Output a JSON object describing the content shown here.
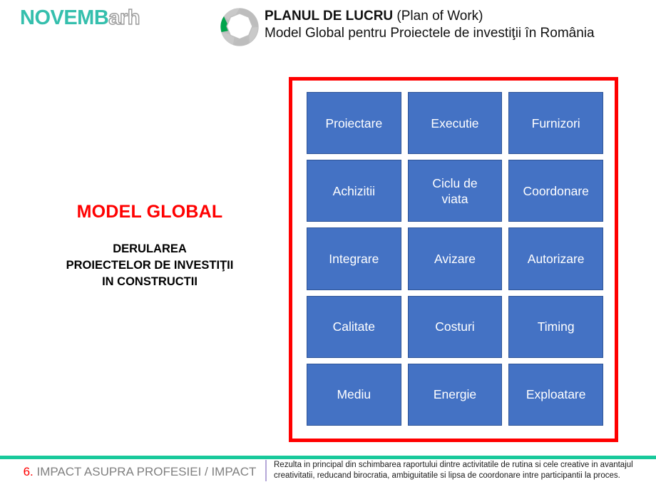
{
  "logo": {
    "primary": "NOVEMB",
    "secondary": "arh",
    "teal_color": "#35BFAD",
    "outline_color": "#9a9a9a"
  },
  "header": {
    "icon": "aperture-icon",
    "icon_gray": "#BFBFBF",
    "icon_green": "#00A44B",
    "title_bold": "PLANUL DE LUCRU",
    "title_regular": " (Plan of Work)",
    "subtitle": "Model Global pentru Proiectele de investiţii în România"
  },
  "left_panel": {
    "title": "MODEL GLOBAL",
    "title_color": "#FF0000",
    "description_line1": "DERULAREA",
    "description_line2": "PROIECTELOR DE INVESTIŢII",
    "description_line3": "IN CONSTRUCTII"
  },
  "matrix": {
    "frame_color": "#FF0000",
    "cell_color": "#4472C4",
    "cell_border_color": "#2F5597",
    "cell_text_color": "#FFFFFF",
    "columns": 3,
    "rows": 5,
    "cells": [
      {
        "label": "Proiectare"
      },
      {
        "label": "Executie"
      },
      {
        "label": "Furnizori"
      },
      {
        "label": "Achizitii"
      },
      {
        "label": "Ciclu de\nviata"
      },
      {
        "label": "Coordonare"
      },
      {
        "label": "Integrare"
      },
      {
        "label": "Avizare"
      },
      {
        "label": "Autorizare"
      },
      {
        "label": "Calitate"
      },
      {
        "label": "Costuri"
      },
      {
        "label": "Timing"
      },
      {
        "label": "Mediu"
      },
      {
        "label": "Energie"
      },
      {
        "label": "Exploatare"
      }
    ]
  },
  "footer": {
    "rule_color": "#18C99B",
    "section_number": "6.",
    "section_title": " IMPACT ASUPRA PROFESIEI / IMPACT",
    "note": "Rezulta in principal din schimbarea raportului dintre activitatile de rutina si cele creative in avantajul creativitatii, reducand birocratia, ambiguitatile si lipsa de coordonare intre participantii la proces."
  }
}
